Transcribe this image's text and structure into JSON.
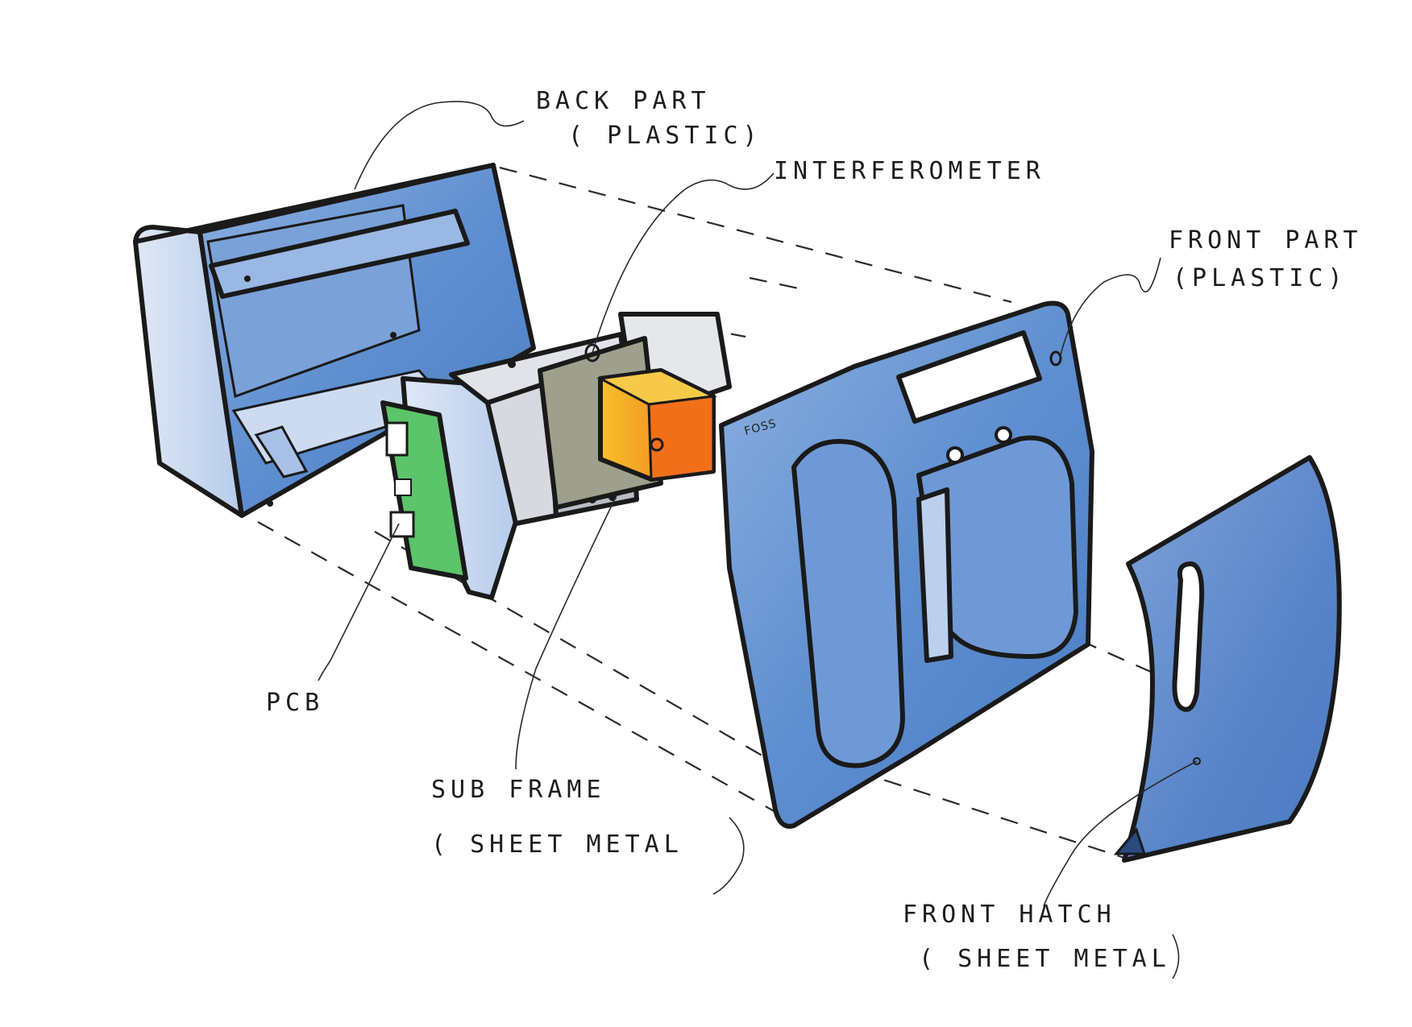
{
  "colors": {
    "panel_blue": "#5f8fd0",
    "panel_light": "#c9d8ef",
    "pcb_green": "#5cc46a",
    "interferometer_orange": "#f47f1e",
    "interferometer_yellow": "#f3b227",
    "subframe_grey": "#d9dbe0",
    "module_olive": "#9fa08c"
  },
  "labels": {
    "back_part": {
      "line1": "BACK PART",
      "line2": "( PLASTIC)"
    },
    "interferometer": {
      "line1": "INTERFEROMETER"
    },
    "front_part": {
      "line1": "FRONT PART",
      "line2": "(PLASTIC)"
    },
    "pcb": {
      "line1": "PCB"
    },
    "sub_frame": {
      "line1": "SUB FRAME",
      "line2": "( SHEET METAL"
    },
    "front_hatch": {
      "line1": "FRONT HATCH",
      "line2": "( SHEET METAL"
    },
    "brand_mark": "FOSS"
  }
}
